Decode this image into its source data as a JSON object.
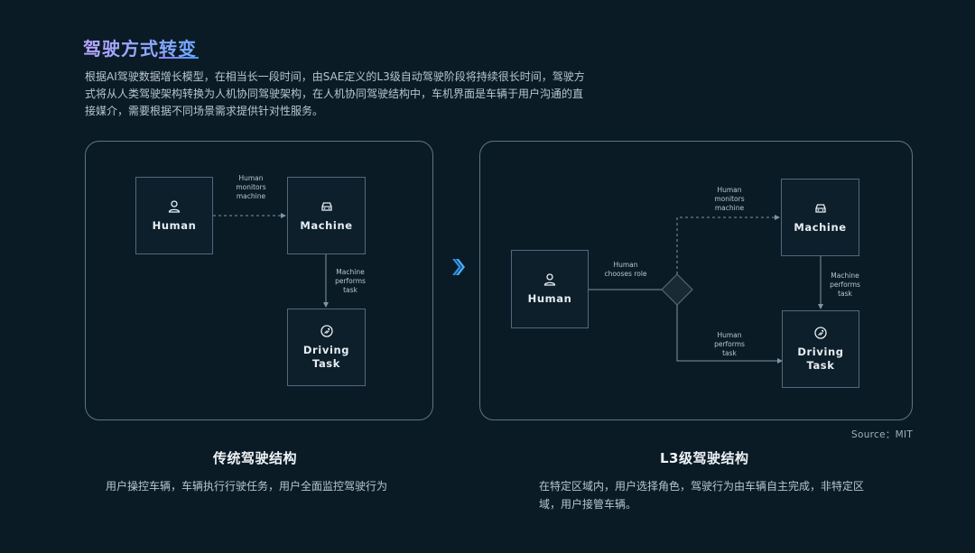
{
  "title": "驾驶方式转变",
  "intro": "根据AI驾驶数据增长模型，在相当长一段时间，由SAE定义的L3级自动驾驶阶段将持续很长时间，驾驶方式将从人类驾驶架构转换为人机协同驾驶架构，在人机协同驾驶结构中，车机界面是车辆于用户沟通的直接媒介，需要根据不同场景需求提供针对性服务。",
  "left_diagram": {
    "nodes": {
      "human": {
        "label": "Human",
        "icon": "person-icon"
      },
      "machine": {
        "label": "Machine",
        "icon": "car-icon"
      },
      "driving_task": {
        "label_line1": "Driving",
        "label_line2": "Task",
        "icon": "steering-icon"
      }
    },
    "edges": {
      "monitors": {
        "line1": "Human",
        "line2": "monitors",
        "line3": "machine"
      },
      "performs": {
        "line1": "Machine",
        "line2": "performs",
        "line3": "task"
      }
    },
    "caption": "传统驾驶结构",
    "description": "用户操控车辆，车辆执行行驶任务，用户全面监控驾驶行为"
  },
  "right_diagram": {
    "nodes": {
      "human": {
        "label": "Human",
        "icon": "person-icon"
      },
      "machine": {
        "label": "Machine",
        "icon": "car-icon"
      },
      "driving_task": {
        "label_line1": "Driving",
        "label_line2": "Task",
        "icon": "steering-icon"
      }
    },
    "edges": {
      "chooses": {
        "line1": "Human",
        "line2": "chooses role"
      },
      "monitors": {
        "line1": "Human",
        "line2": "monitors",
        "line3": "machine"
      },
      "machine_performs": {
        "line1": "Machine",
        "line2": "performs",
        "line3": "task"
      },
      "human_performs": {
        "line1": "Human",
        "line2": "performs",
        "line3": "task"
      }
    },
    "caption": "L3级驾驶结构",
    "description": "在特定区域内，用户选择角色，驾驶行为由车辆自主完成，非特定区域，用户接管车辆。"
  },
  "source": "Source：MIT",
  "colors": {
    "background": "#0b1b26",
    "title_gradient_start": "#b8a7ff",
    "title_gradient_end": "#6fa8ff",
    "chevron": "#3fa9ff"
  }
}
